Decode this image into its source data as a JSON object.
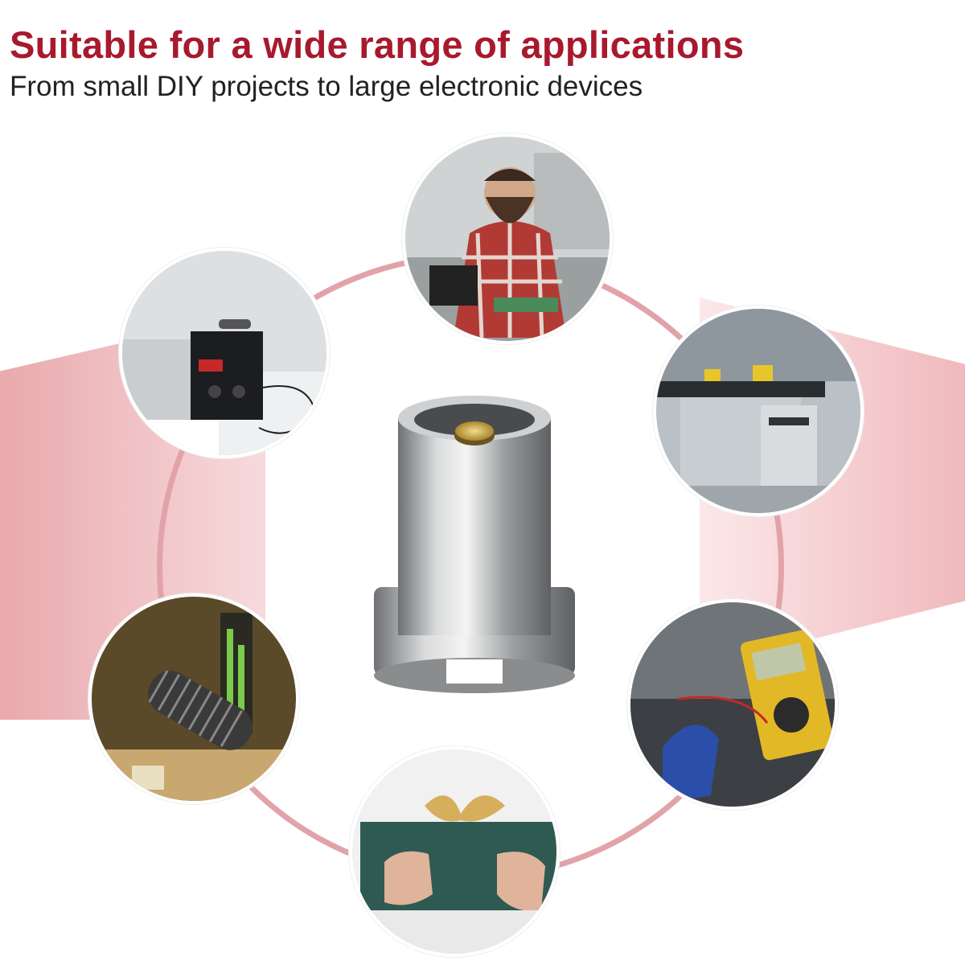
{
  "header": {
    "title": "Suitable for a wide range of applications",
    "subtitle": "From small DIY projects to large electronic devices"
  },
  "colors": {
    "title": "#a8192e",
    "ring": "#e1a3a9",
    "band": "#eeb2b6"
  },
  "photos": [
    {
      "subject": "workbench-soldering"
    },
    {
      "subject": "power-station"
    },
    {
      "subject": "electronics-lab"
    },
    {
      "subject": "studio-microphone"
    },
    {
      "subject": "multimeter-testing"
    },
    {
      "subject": "gift-box"
    }
  ],
  "product": {
    "subject": "magnetic-connector"
  }
}
